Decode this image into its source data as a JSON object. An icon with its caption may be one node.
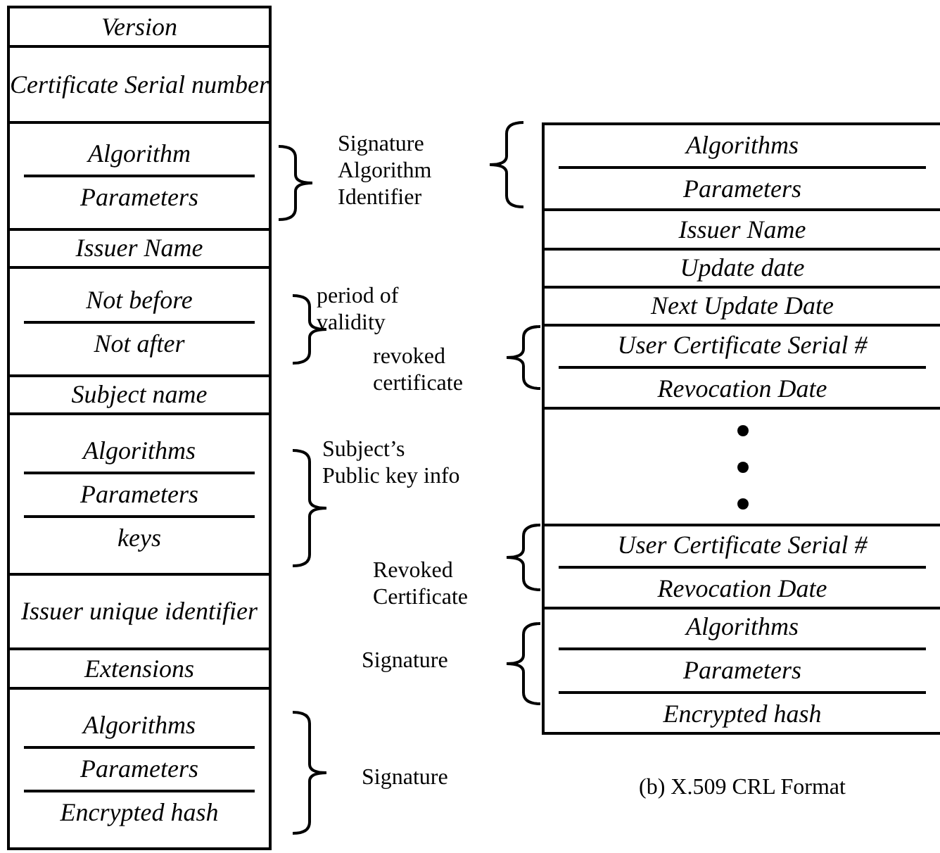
{
  "diagram": {
    "caption": "(b) X.509 CRL Format",
    "nodes": [
      {
        "text": [
          "Version"
        ]
      },
      {
        "text": [
          "Certificate Serial number"
        ]
      },
      {
        "text": [
          "Algorithm",
          "Parameters"
        ]
      },
      {
        "text": [
          "Issuer Name"
        ]
      },
      {
        "text": [
          "Not before",
          "Not after"
        ]
      },
      {
        "text": [
          "Subject name"
        ]
      },
      {
        "text": [
          "Algorithms",
          "Parameters",
          "keys"
        ]
      },
      {
        "text": [
          "Issuer unique identifier"
        ]
      },
      {
        "text": [
          "Extensions"
        ]
      },
      {
        "text": [
          "Algorithms",
          "Parameters",
          "Encrypted hash"
        ]
      },
      {
        "text": [
          "Algorithms",
          "Parameters"
        ]
      },
      {
        "text": [
          "Issuer Name"
        ]
      },
      {
        "text": [
          "Update date"
        ]
      },
      {
        "text": [
          "Next Update Date"
        ]
      },
      {
        "text": [
          "User Certificate Serial #",
          "Revocation Date"
        ]
      },
      {
        "text": [],
        "shape": "box"
      },
      {
        "text": [
          "User Certificate Serial #",
          "Revocation Date"
        ]
      },
      {
        "text": [
          "Algorithms",
          "Parameters",
          "Encrypted hash"
        ]
      }
    ],
    "labels": [
      "Signature Algorithm Identifier",
      "period of validity",
      "revoked certificate",
      "Subject’s Public key info",
      "Revoked Certificate",
      "Signature",
      "Signature"
    ]
  }
}
